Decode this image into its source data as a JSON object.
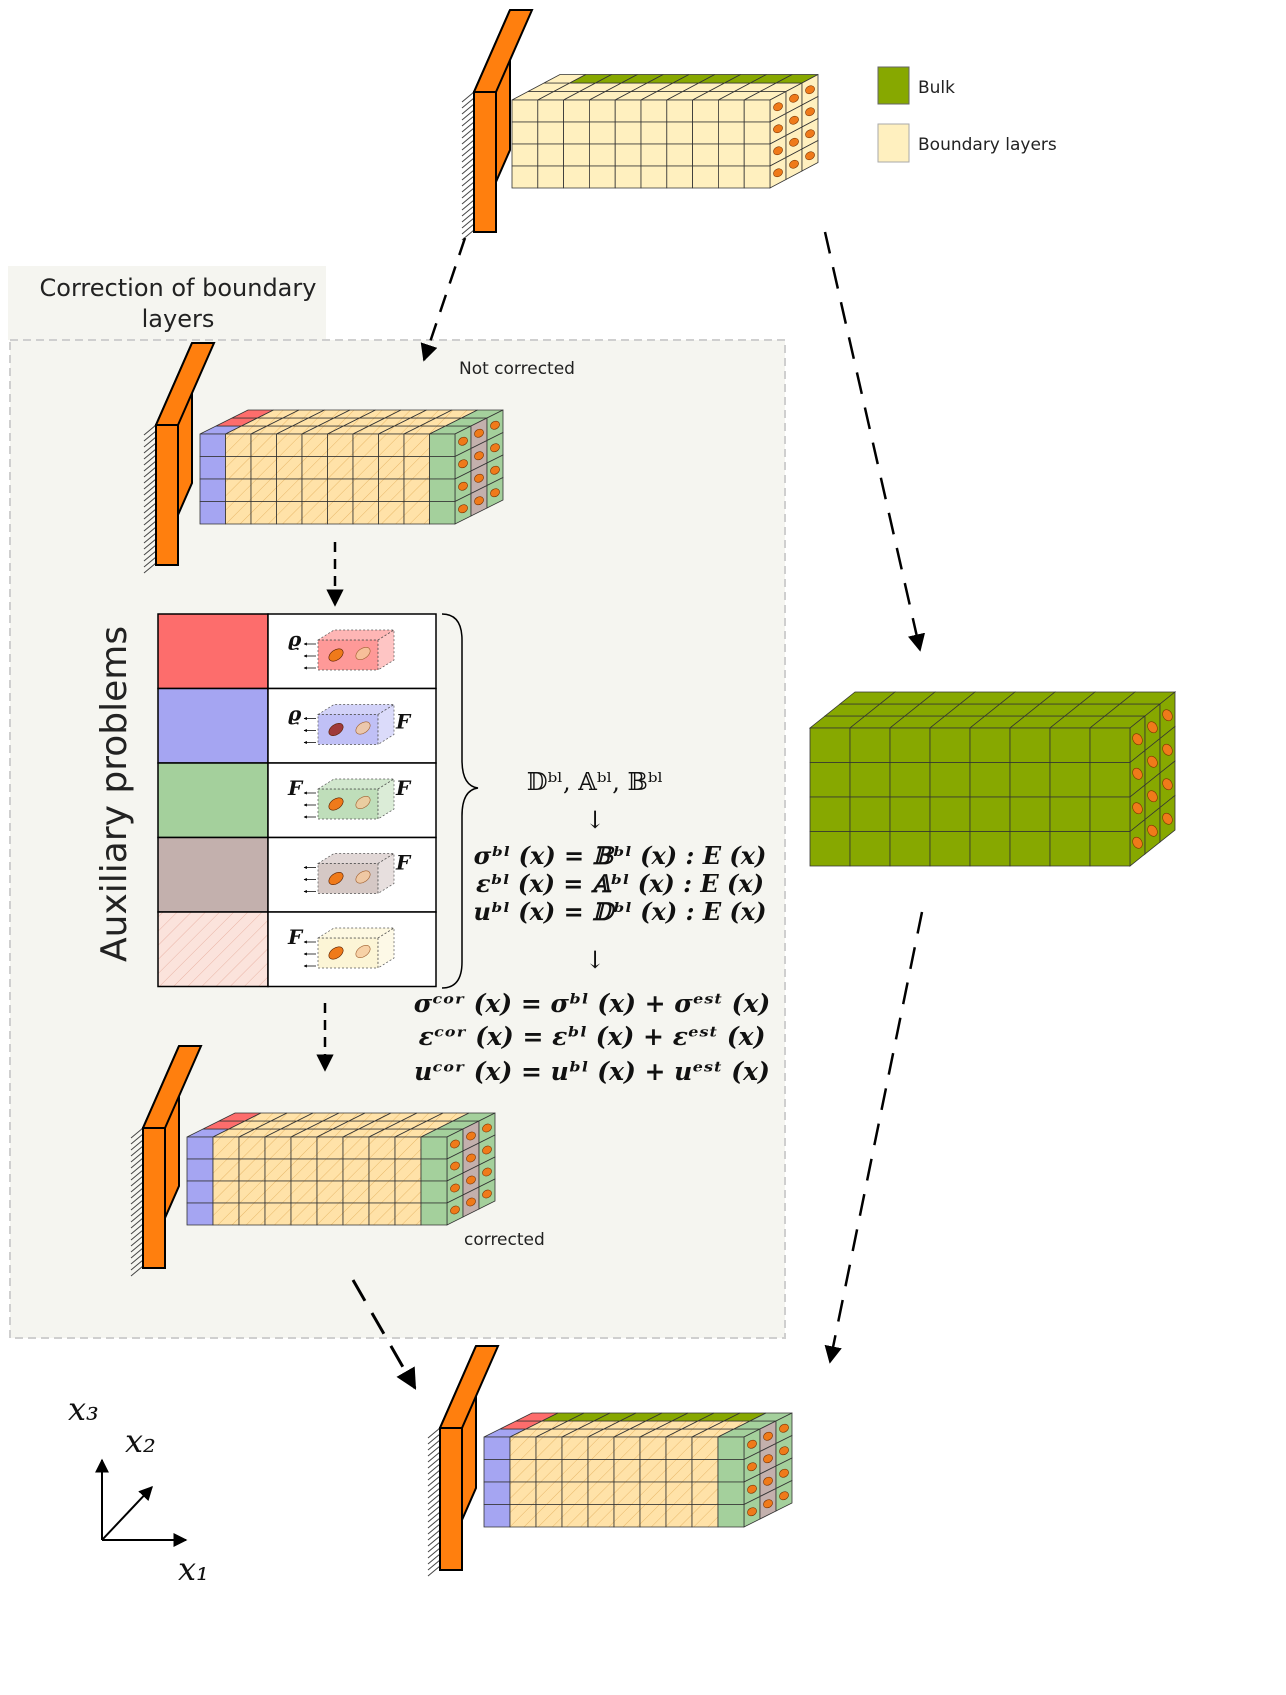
{
  "legend": {
    "items": [
      {
        "label": "Bulk",
        "color": "#87a800"
      },
      {
        "label": "Boundary layers",
        "color": "#fff0bf"
      }
    ]
  },
  "panel": {
    "title_line1": "Correction of boundary",
    "title_line2": "layers",
    "not_corrected": "Not corrected",
    "corrected": "corrected",
    "aux_label": "Auxiliary problems"
  },
  "aux_rows": [
    {
      "color": "#fd6d6c",
      "left": "ϱ",
      "right": ""
    },
    {
      "color": "#a5a5f2",
      "left": "ϱ",
      "right": "F"
    },
    {
      "color": "#a4d09c",
      "left": "F",
      "right": "F"
    },
    {
      "color": "#c3b0ad",
      "left": "",
      "right": "F"
    },
    {
      "color": "#fbe3dc",
      "left": "F",
      "right": ""
    }
  ],
  "equations": {
    "tensors": "𝔻ᵇˡ, 𝔸ᵇˡ, 𝔹ᵇˡ",
    "arrow": "↓",
    "bl": [
      "σᵇˡ (x) = 𝔹ᵇˡ (x) : E (x)",
      "εᵇˡ (x) = 𝔸ᵇˡ (x) : E (x)",
      "uᵇˡ (x) = 𝔻ᵇˡ (x) : E (x)"
    ],
    "cor": [
      "σᶜᵒʳ (x) = σᵇˡ (x) + σᵉˢᵗ (x)",
      "εᶜᵒʳ (x)  = εᵇˡ (x)  + εᵉˢᵗ (x)",
      "uᶜᵒʳ (x) = uᵇˡ (x) + uᵉˢᵗ (x)"
    ]
  },
  "axes": {
    "x1": "x₁",
    "x2": "x₂",
    "x3": "x₃"
  },
  "colors": {
    "orange": "#ff7f0e",
    "boundary": "#fff0bf",
    "bulk": "#87a800",
    "panel_bg": "#f5f5f0",
    "red": "#fd6d6c",
    "blue": "#a5a5f2",
    "green": "#a4d09c",
    "brown": "#c3b0ad",
    "pink": "#fbe3dc",
    "hatched": "#ffe4b3"
  }
}
